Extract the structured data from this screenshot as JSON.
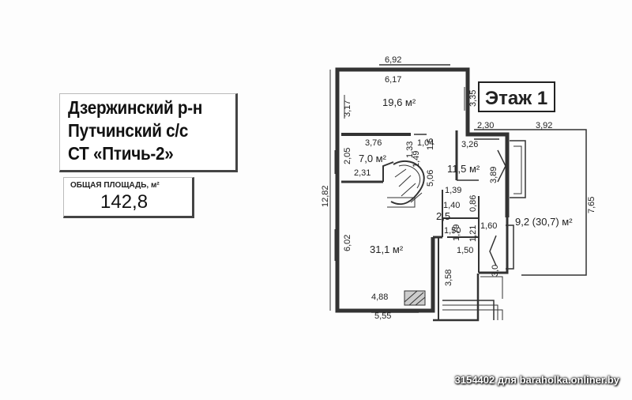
{
  "address": {
    "line1": "Дзержинский р-н",
    "line2": "Путчинский с/с",
    "line3": "СТ «Птичь-2»"
  },
  "area": {
    "label": "ОБЩАЯ ПЛОЩАДЬ, м²",
    "value": "142,8"
  },
  "floor_title": "Этаж 1",
  "rooms": {
    "r1": "19,6 м²",
    "r2": "7,0 м²",
    "r3": "11,5 м²",
    "r4": "2,5",
    "r5": "31,1 м²",
    "r6": "9,2 (30,7) м²"
  },
  "dimensions": {
    "d692": "6,92",
    "d617": "6,17",
    "d317": "3,17",
    "d335": "3,35",
    "d230": "2,30",
    "d392": "3,92",
    "d376": "3,76",
    "d205": "2,05",
    "d231": "2,31",
    "d133": "1,33",
    "d149": "1,49",
    "d104": "1,04",
    "d15": "1,5",
    "d326": "3,26",
    "d389": "3,89",
    "d506": "5,06",
    "d139": "1,39",
    "d140": "1,40",
    "d086": "0,86",
    "d1282": "12,82",
    "d765": "7,65",
    "d160": "1,60",
    "d150a": "1,50",
    "d179": "1,79",
    "d121": "1,21",
    "d150b": "1,50",
    "d602": "6,02",
    "d358": "3,58",
    "d30": "3,0",
    "d488": "4,88",
    "d555": "5,55"
  },
  "watermark": "3154402 для baraholka.onliner.by"
}
